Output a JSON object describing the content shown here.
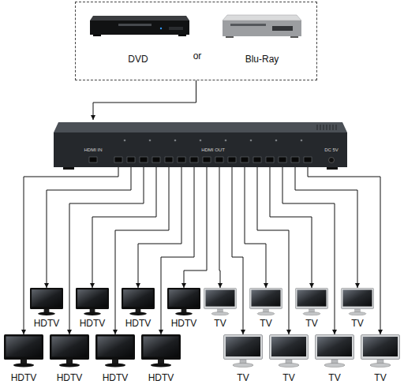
{
  "diagram": {
    "nodes": [
      {
        "text": [
          "or"
        ]
      },
      {
        "text": [
          "DVD"
        ],
        "in": 0
      },
      {
        "text": [
          "Blu-Ray"
        ],
        "in": 0
      },
      {
        "text": [
          "HDMI IN",
          "HDMI OUT",
          "DC 5V"
        ]
      },
      {
        "text": [
          "HDTV"
        ]
      },
      {
        "text": [
          "HDTV"
        ]
      },
      {
        "text": [
          "HDTV"
        ]
      },
      {
        "text": [
          "HDTV"
        ]
      },
      {
        "text": [
          "TV"
        ]
      },
      {
        "text": [
          "TV"
        ]
      },
      {
        "text": [
          "TV"
        ]
      },
      {
        "text": [
          "TV"
        ]
      },
      {
        "text": [
          "HDTV"
        ]
      },
      {
        "text": [
          "HDTV"
        ]
      },
      {
        "text": [
          "HDTV"
        ]
      },
      {
        "text": [
          "HDTV"
        ]
      },
      {
        "text": [
          "TV"
        ]
      },
      {
        "text": [
          "TV"
        ]
      },
      {
        "text": [
          "TV"
        ]
      },
      {
        "text": [
          "TV"
        ]
      }
    ],
    "edges": [
      {
        "from": 0,
        "to": 3,
        "arrow": "to"
      },
      {
        "from": 3,
        "to": 4,
        "arrow": "to"
      },
      {
        "from": 3,
        "to": 5,
        "arrow": "to"
      },
      {
        "from": 3,
        "to": 6,
        "arrow": "to"
      },
      {
        "from": 3,
        "to": 7,
        "arrow": "to"
      },
      {
        "from": 3,
        "to": 8,
        "arrow": "to"
      },
      {
        "from": 3,
        "to": 9,
        "arrow": "to"
      },
      {
        "from": 3,
        "to": 10,
        "arrow": "to"
      },
      {
        "from": 3,
        "to": 11,
        "arrow": "to"
      },
      {
        "from": 3,
        "to": 12,
        "arrow": "to"
      },
      {
        "from": 3,
        "to": 13,
        "arrow": "to"
      },
      {
        "from": 3,
        "to": 14,
        "arrow": "to"
      },
      {
        "from": 3,
        "to": 15,
        "arrow": "to"
      },
      {
        "from": 3,
        "to": 16,
        "arrow": "to"
      },
      {
        "from": 3,
        "to": 17,
        "arrow": "to"
      },
      {
        "from": 3,
        "to": 18,
        "arrow": "to"
      },
      {
        "from": 3,
        "to": 19,
        "arrow": "to"
      }
    ]
  }
}
